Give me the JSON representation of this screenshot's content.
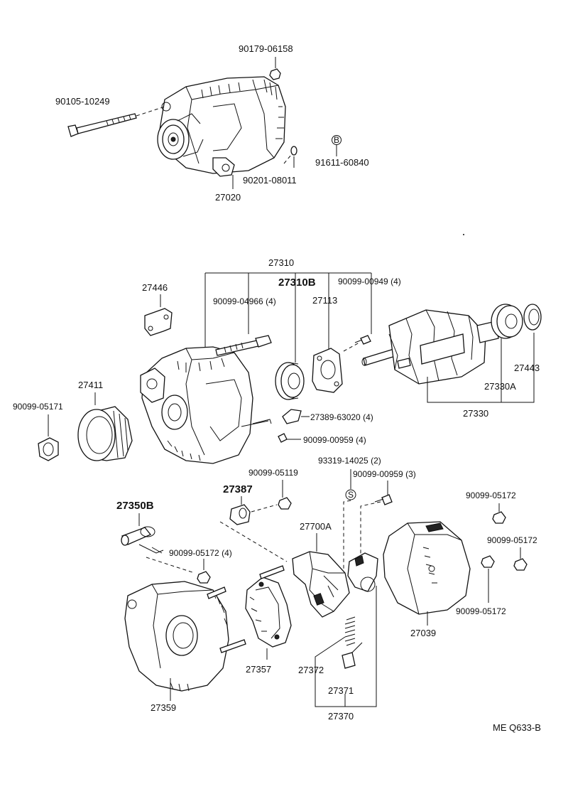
{
  "labels": {
    "p90179_06158": "90179-06158",
    "p90105_10249": "90105-10249",
    "p27020": "27020",
    "p90201_08011": "90201-08011",
    "p91611_60840": "91611-60840",
    "b_mark": "B",
    "p27310": "27310",
    "p27446": "27446",
    "p27310B": "27310B",
    "p90099_00949": "90099-00949 (4)",
    "p90099_04966": "90099-04966 (4)",
    "p27113": "27113",
    "p27443": "27443",
    "p27330A": "27330A",
    "p27330": "27330",
    "p27411": "27411",
    "p90099_05171": "90099-05171",
    "p27389_63020": "27389-63020 (4)",
    "p90099_00959_4": "90099-00959 (4)",
    "p93319_14025": "93319-14025 (2)",
    "p90099_00959_3": "90099-00959 (3)",
    "s_mark": "S",
    "p90099_05119": "90099-05119",
    "p27387": "27387",
    "p27350B": "27350B",
    "p90099_05172_4": "90099-05172 (4)",
    "p27700A": "27700A",
    "p90099_05172_a": "90099-05172",
    "p90099_05172_b": "90099-05172",
    "p90099_05172_c": "90099-05172",
    "p27039": "27039",
    "p27357": "27357",
    "p27372": "27372",
    "p27371": "27371",
    "p27370": "27370",
    "p27359": "27359",
    "ref_code": "ME Q633-B"
  }
}
